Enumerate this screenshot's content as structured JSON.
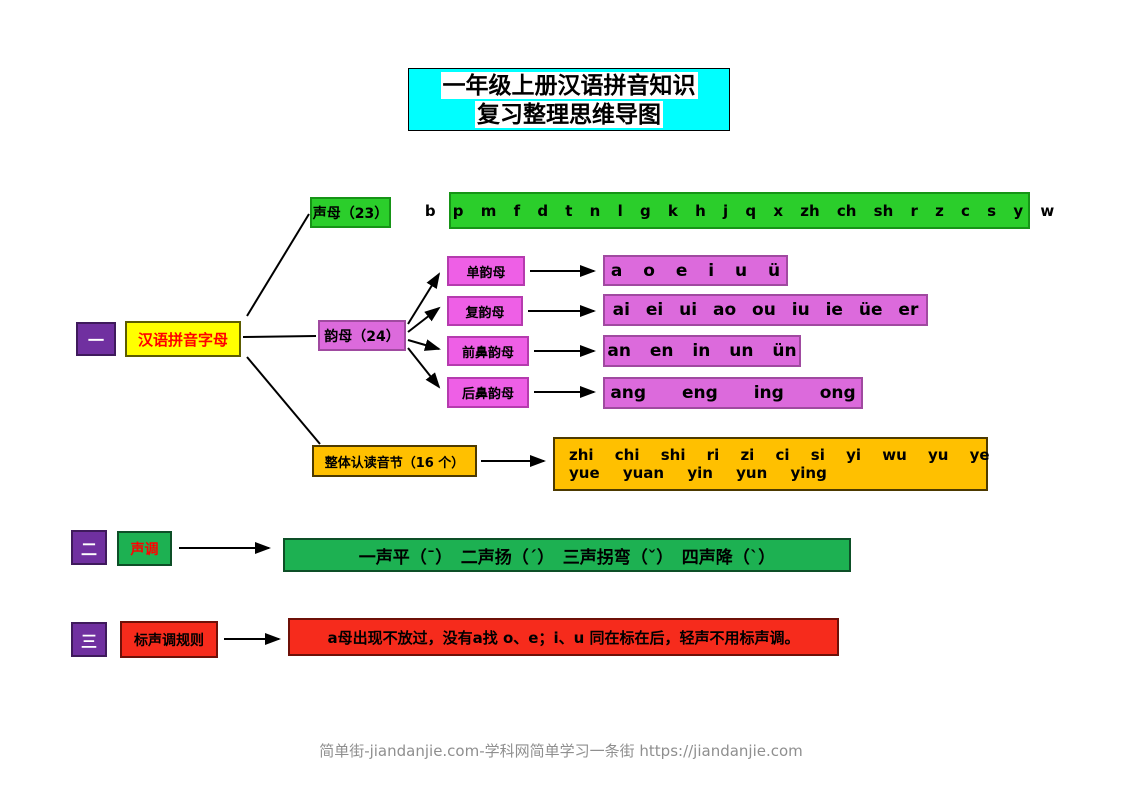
{
  "title": {
    "line1": "一年级上册汉语拼音知识",
    "line2": "复习整理思维导图"
  },
  "palette": {
    "title_bg": "#00ffff",
    "index_badge_bg": "#7030a0",
    "root_bg": "#ffff00",
    "root_text": "#ff0000",
    "shengmu_bg": "#2bce2b",
    "yunmu_bg": "#dc6adc",
    "yunmu_sublabel_bg": "#ee5fe6",
    "zhengti_bg": "#ffc000",
    "shengdiao_bg": "#1db152",
    "rule_bg": "#f62b1c"
  },
  "section1": {
    "index": "一",
    "label": "汉语拼音字母",
    "shengmu": {
      "label": "声母（23）",
      "letters": "b p m f d t n l g k h j q x zh ch sh r z c s y w"
    },
    "yunmu": {
      "label": "韵母（24）",
      "rows": [
        {
          "label": "单韵母",
          "letters": "a o e i u ü"
        },
        {
          "label": "复韵母",
          "letters": "ai ei ui ao ou iu ie üe er"
        },
        {
          "label": "前鼻韵母",
          "letters": "an en in un ün"
        },
        {
          "label": "后鼻韵母",
          "letters": "ang eng ing ong"
        }
      ]
    },
    "zhengti": {
      "label": "整体认读音节（16 个）",
      "line1": "zhi chi shi ri zi ci si yi wu yu ye",
      "line2": "yue yuan yin yun ying"
    }
  },
  "section2": {
    "index": "二",
    "label": "声调",
    "content": "一声平（ˉ）　二声扬（ˊ）　三声拐弯（ˇ）　四声降（ˋ）"
  },
  "section3": {
    "index": "三",
    "label": "标声调规则",
    "content": "a母出现不放过，没有a找 o、e；i、u 同在标在后，轻声不用标声调。"
  },
  "footer": {
    "text": "简单街-jiandanjie.com-学科网简单学习一条街 https://jiandanjie.com"
  }
}
